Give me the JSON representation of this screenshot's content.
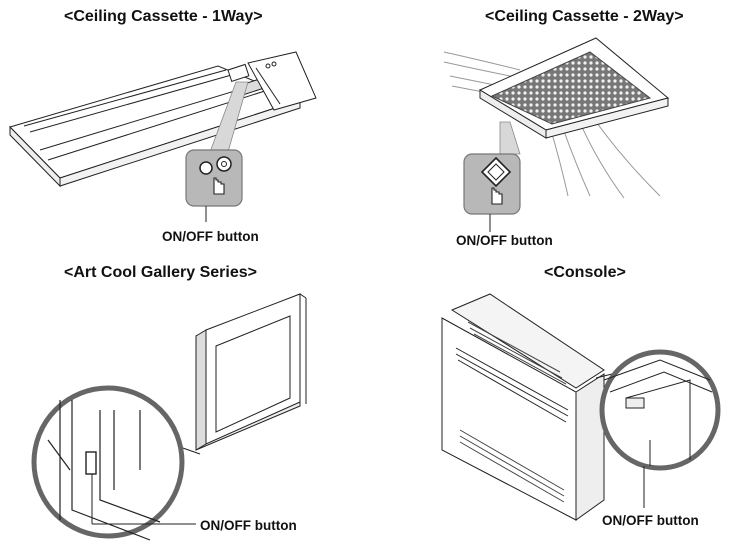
{
  "panels": [
    {
      "title": "<Ceiling Cassette - 1Way>",
      "button_label": "ON/OFF button"
    },
    {
      "title": "<Ceiling Cassette - 2Way>",
      "button_label": "ON/OFF button"
    },
    {
      "title": "<Art Cool Gallery Series>",
      "button_label": "ON/OFF button"
    },
    {
      "title": "<Console>",
      "button_label": "ON/OFF button"
    }
  ],
  "colors": {
    "line": "#222222",
    "callout_fill": "#b8b8b8",
    "callout_stroke": "#777777",
    "grille": "#555555"
  }
}
